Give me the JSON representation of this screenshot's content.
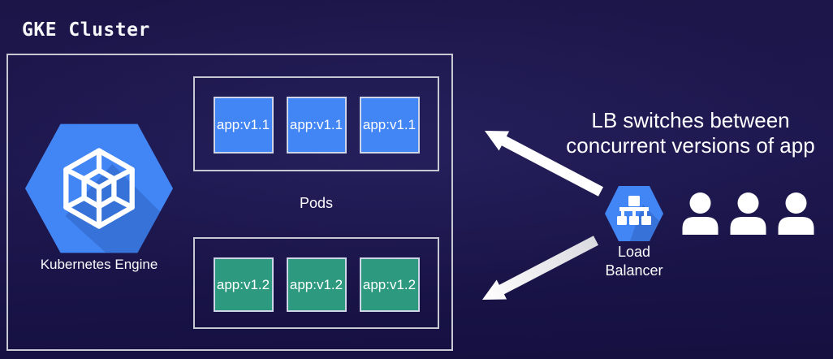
{
  "title": "GKE Cluster",
  "cluster": {
    "kubernetes_engine_label": "Kubernetes Engine",
    "pods_label": "Pods",
    "v1_pods": [
      "app:v1.1",
      "app:v1.1",
      "app:v1.1"
    ],
    "v2_pods": [
      "app:v1.2",
      "app:v1.2",
      "app:v1.2"
    ]
  },
  "annotation": {
    "line1": "LB switches between",
    "line2": "concurrent versions of app"
  },
  "load_balancer": {
    "label_line1": "Load",
    "label_line2": "Balancer"
  },
  "users_count": 3,
  "icons": {
    "kubernetes_engine": "gke-hexagon-cube-icon",
    "load_balancer": "lb-hexagon-network-icon",
    "user": "person-silhouette-icon",
    "arrows": "lb-to-cluster-arrows"
  },
  "colors": {
    "background": "#1b1548",
    "app_v1_blue": "#4285f4",
    "app_v2_teal": "#2d9a80",
    "hexagon_blue": "#4285f4",
    "box_border": "#c7c9d2",
    "arrow": "#ffffff",
    "text": "#ffffff"
  }
}
